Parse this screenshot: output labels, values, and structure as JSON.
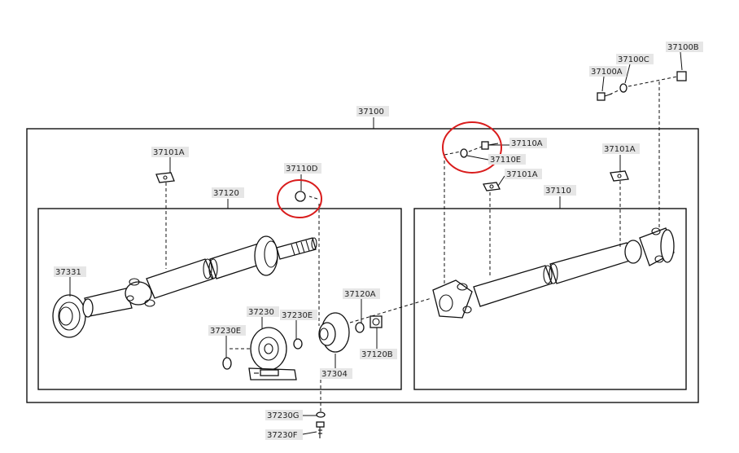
{
  "labels": {
    "p37100": "37100",
    "p37100A": "37100A",
    "p37100B": "37100B",
    "p37100C": "37100C",
    "p37101A_left": "37101A",
    "p37101A_mid": "37101A",
    "p37101A_right": "37101A",
    "p37110": "37110",
    "p37110A": "37110A",
    "p37110D": "37110D",
    "p37110E": "37110E",
    "p37120": "37120",
    "p37120A": "37120A",
    "p37120B": "37120B",
    "p37230": "37230",
    "p37230E_left": "37230E",
    "p37230E_right": "37230E",
    "p37230F": "37230F",
    "p37230G": "37230G",
    "p37304": "37304",
    "p37331": "37331"
  },
  "colors": {
    "line": "#111111",
    "highlight_circle": "#d91c1c",
    "label_background": "#e6e6e6"
  }
}
